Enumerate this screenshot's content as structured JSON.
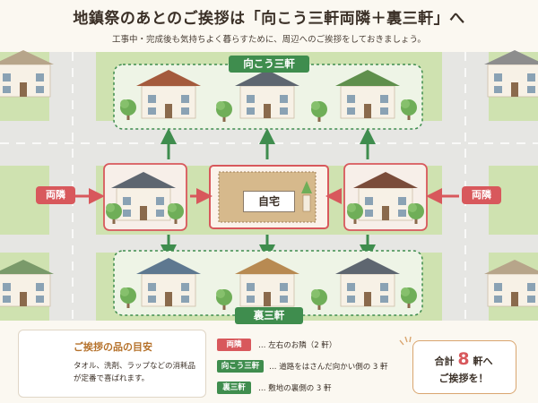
{
  "header": {
    "title": "地鎮祭のあとのご挨拶は「向こう三軒両隣＋裏三軒」へ",
    "subtitle": "工事中・完成後も気持ちよく暮らすために、周辺へのご挨拶をしておきましょう。"
  },
  "diagram": {
    "front_label": "向こう三軒",
    "back_label": "裏三軒",
    "side_left_label": "両隣",
    "side_right_label": "両隣",
    "self_label": "自宅"
  },
  "legend": {
    "gift_title": "ご挨拶の品の目安",
    "gift_desc": "タオル、洗剤、ラップなどの消耗品が定番で喜ばれます。",
    "items": [
      {
        "key": "両隣",
        "desc": "… 左右のお隣（2 軒）"
      },
      {
        "key": "向こう三軒",
        "desc": "… 道路をはさんだ向かい側の 3 軒"
      },
      {
        "key": "裏三軒",
        "desc": "… 敷地の裏側の 3 軒"
      }
    ],
    "total_prefix": "合計",
    "total_count": "8",
    "total_suffix": "軒へ",
    "total_line2": "ご挨拶を！"
  },
  "colors": {
    "red": "#d8585c",
    "green": "#3f8d4e",
    "orange": "#b5712a",
    "road": "#e6e6e3",
    "grass": "#b7d38f"
  }
}
